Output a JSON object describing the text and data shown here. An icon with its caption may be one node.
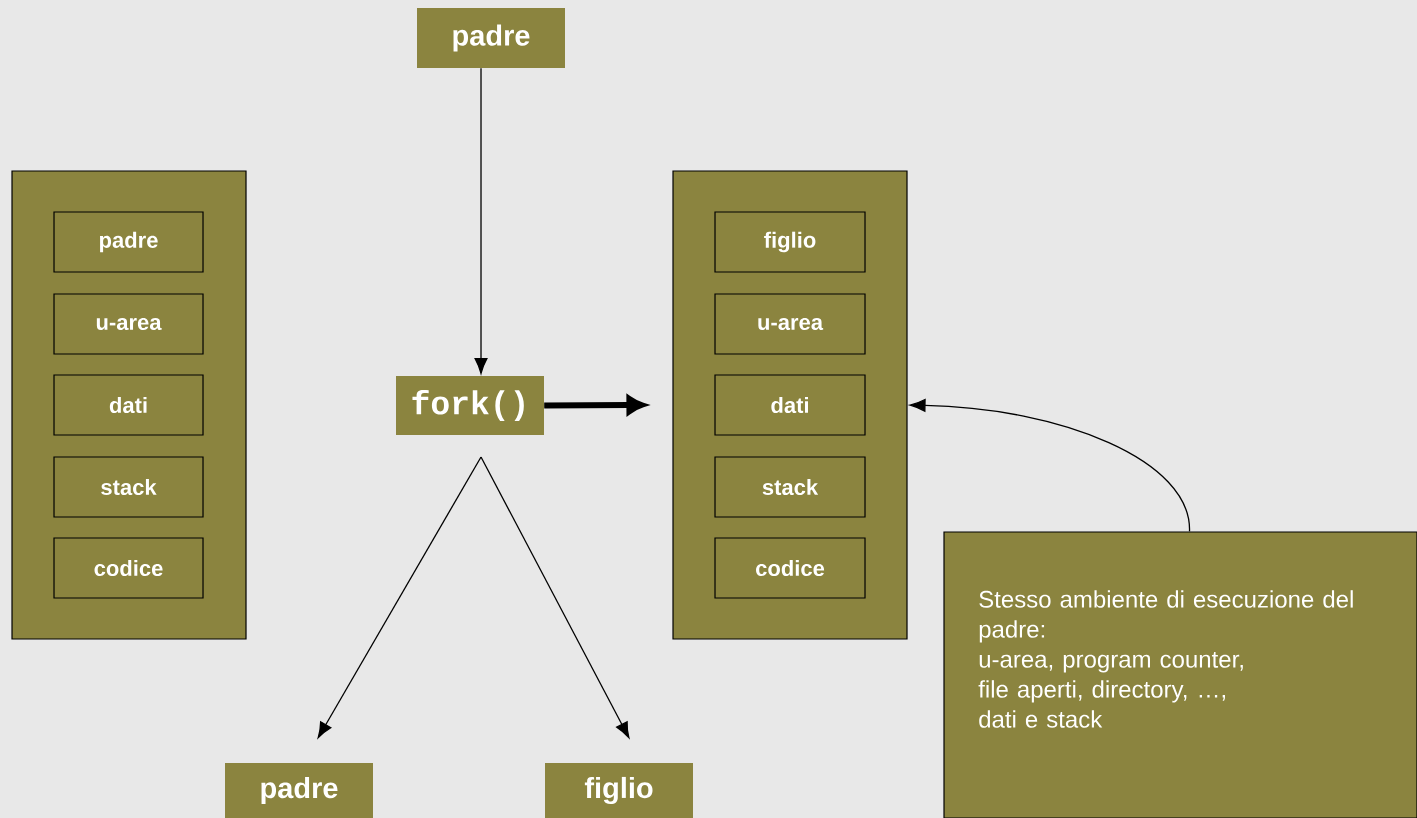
{
  "diagram": {
    "nodes": [
      {
        "text": [
          "padre"
        ]
      },
      {
        "text": [],
        "shape": "box"
      },
      {
        "text": [
          "padre"
        ],
        "in": 1
      },
      {
        "text": [
          "u-area"
        ],
        "in": 1
      },
      {
        "text": [
          "dati"
        ],
        "in": 1
      },
      {
        "text": [
          "stack"
        ],
        "in": 1
      },
      {
        "text": [
          "codice"
        ],
        "in": 1
      },
      {
        "text": [
          "fork()"
        ]
      },
      {
        "text": [],
        "shape": "box"
      },
      {
        "text": [
          "figlio"
        ],
        "in": 8
      },
      {
        "text": [
          "u-area"
        ],
        "in": 8
      },
      {
        "text": [
          "dati"
        ],
        "in": 8
      },
      {
        "text": [
          "stack"
        ],
        "in": 8
      },
      {
        "text": [
          "codice"
        ],
        "in": 8
      },
      {
        "text": [
          "Stesso ambiente di esecuzione del padre:",
          "u-area, program counter,",
          "file aperti, directory, …,",
          "dati e stack"
        ]
      },
      {
        "text": [
          "padre"
        ]
      },
      {
        "text": [
          "figlio"
        ]
      }
    ],
    "edges": [
      {
        "from": 0,
        "to": 7,
        "arrow": "to"
      },
      {
        "from": 7,
        "to": 8,
        "arrow": "to",
        "style": "thick"
      },
      {
        "from": 7,
        "to": 15,
        "arrow": "to"
      },
      {
        "from": 7,
        "to": 16,
        "arrow": "to"
      },
      {
        "from": 14,
        "to": 8,
        "arrow": "to"
      }
    ]
  }
}
